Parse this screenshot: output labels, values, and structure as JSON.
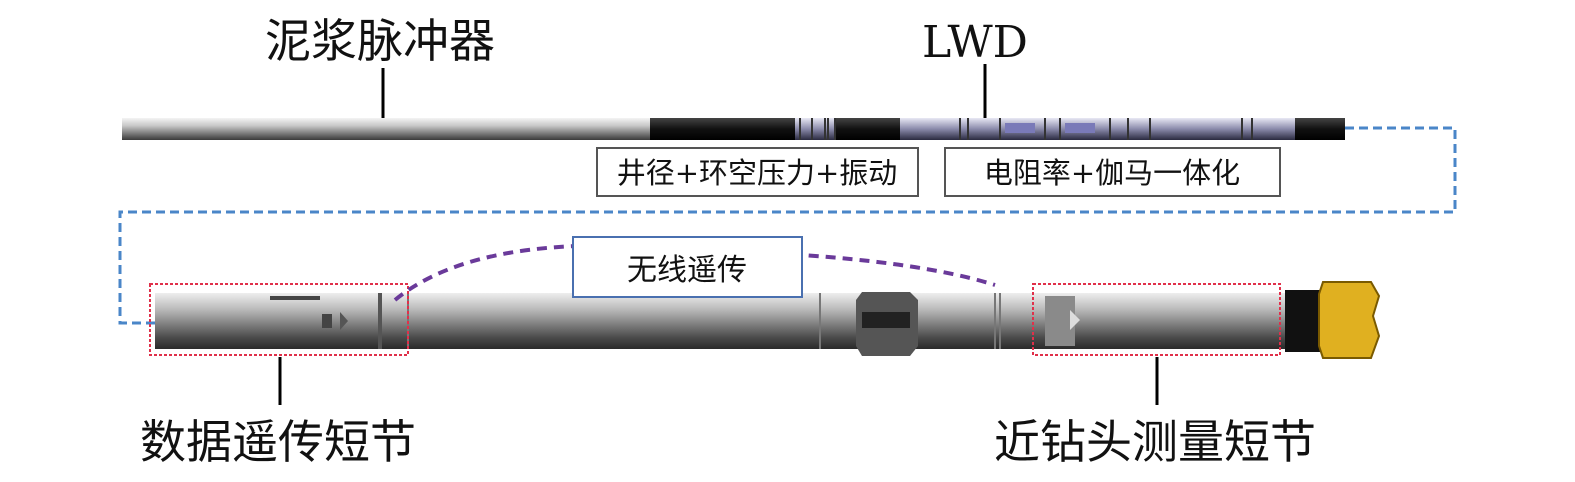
{
  "labels": {
    "mud_pulser": "泥浆脉冲器",
    "lwd": "LWD",
    "caliper_box": "井径+环空压力+振动",
    "resistivity_box": "电阻率+伽马一体化",
    "wireless": "无线遥传",
    "data_telemetry_sub": "数据遥传短节",
    "near_bit_sub": "近钻头测量短节"
  },
  "colors": {
    "link_dashed": "#4a86c8",
    "wireless_dashed": "#6a3a9a",
    "highlight_box": "#e0304a",
    "wireless_box": "#4a70b0",
    "bit": "#e0b020"
  }
}
